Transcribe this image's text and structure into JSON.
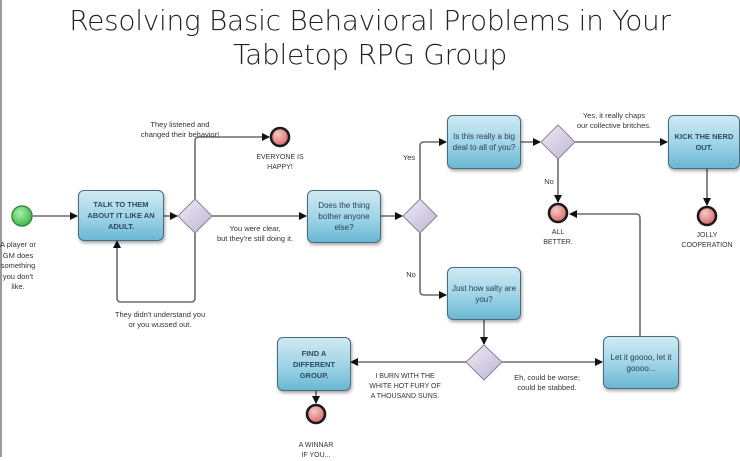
{
  "title": {
    "line1": "Resolving Basic Behavioral Problems in Your",
    "line2": "Tabletop RPG Group"
  },
  "nodes": {
    "start": {
      "type": "start-event",
      "label": [
        "A player or",
        "GM does",
        "something",
        "you don't",
        "like."
      ],
      "color": "#5cd065"
    },
    "talk": {
      "type": "task",
      "label": "TALK TO THEM ABOUT IT LIKE AN ADULT."
    },
    "gateway_talk": {
      "type": "gateway"
    },
    "everyone_happy": {
      "type": "end-event",
      "label": [
        "EVERYONE IS",
        "HAPPY!"
      ],
      "color": "#e98a8a"
    },
    "bother": {
      "type": "task",
      "label": "Does the thing bother anyone else?"
    },
    "gateway_bother": {
      "type": "gateway"
    },
    "big_deal": {
      "type": "task",
      "label": "Is this really a big deal to all of you?"
    },
    "gateway_big_deal": {
      "type": "gateway"
    },
    "kick": {
      "type": "task",
      "label": "KICK THE NERD OUT."
    },
    "jolly": {
      "type": "end-event",
      "label": [
        "JOLLY",
        "COOPERATION"
      ],
      "color": "#e98a8a"
    },
    "all_better": {
      "type": "end-event",
      "label": [
        "ALL",
        "BETTER."
      ],
      "color": "#e98a8a"
    },
    "salty": {
      "type": "task",
      "label": "Just how salty are you?"
    },
    "gateway_salty": {
      "type": "gateway"
    },
    "different_group": {
      "type": "task",
      "label": "FIND A DIFFERENT GROUP."
    },
    "let_go": {
      "type": "task",
      "label": "Let it goooo, let it goooo..."
    },
    "winnar": {
      "type": "end-event",
      "label": [
        "A WINNAR",
        "IF YOU..."
      ],
      "color": "#e98a8a"
    }
  },
  "edges": {
    "listened": [
      "They listened and",
      "changed their behavior!"
    ],
    "clear": [
      "You were clear,",
      "but they're still doing it."
    ],
    "didnt_understand": [
      "They didn't understand you",
      "or you wussed out."
    ],
    "yes_bother": "Yes",
    "no_bother": "No",
    "yes_big_deal": [
      "Yes, it really chaps",
      "our collective britches."
    ],
    "no_big_deal": "No",
    "burn": [
      "I BURN WITH THE",
      "WHITE HOT FURY OF",
      "A THOUSAND SUNS."
    ],
    "could_be_worse": [
      "Eh, could be worse;",
      "could be stabbed."
    ]
  },
  "colors": {
    "task_top": "#cfeaf3",
    "task_bottom": "#6ab7d3",
    "gateway": "#d9d0e6",
    "line": "#6b6b6b",
    "start": "#5cd065",
    "end": "#e98a8a"
  }
}
